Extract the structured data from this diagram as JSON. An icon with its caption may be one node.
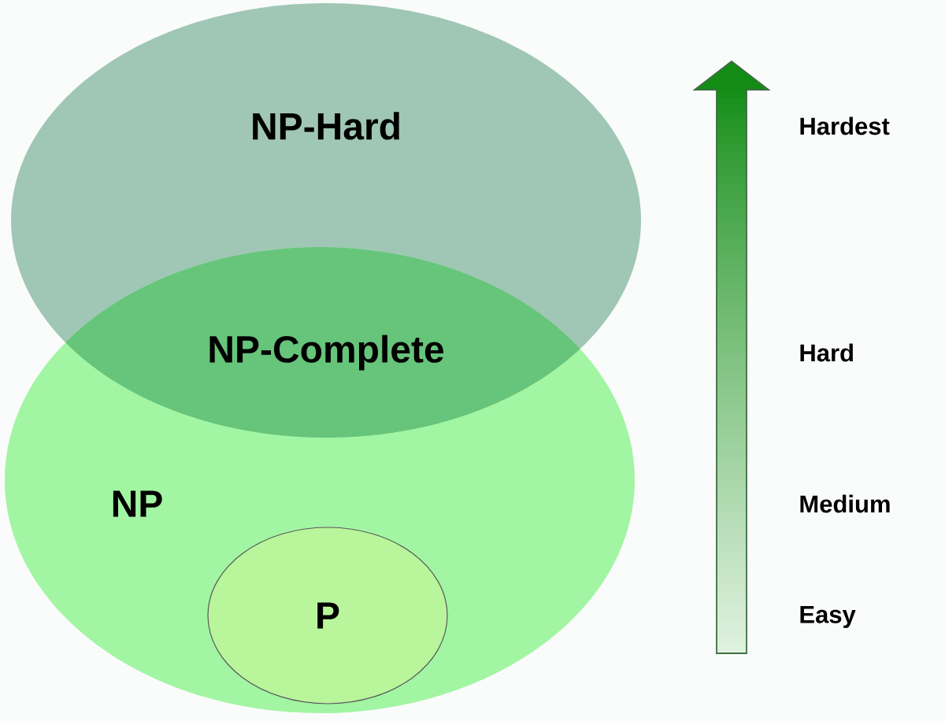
{
  "diagram": {
    "nodes": [
      {
        "text": [
          "NP-Hard"
        ]
      },
      {
        "text": [
          "NP-Complete"
        ]
      },
      {
        "text": [
          "NP"
        ]
      },
      {
        "text": [
          "P"
        ],
        "in": 2
      }
    ],
    "labels": [
      "Hardest",
      "Hard",
      "Medium",
      "Easy"
    ]
  }
}
